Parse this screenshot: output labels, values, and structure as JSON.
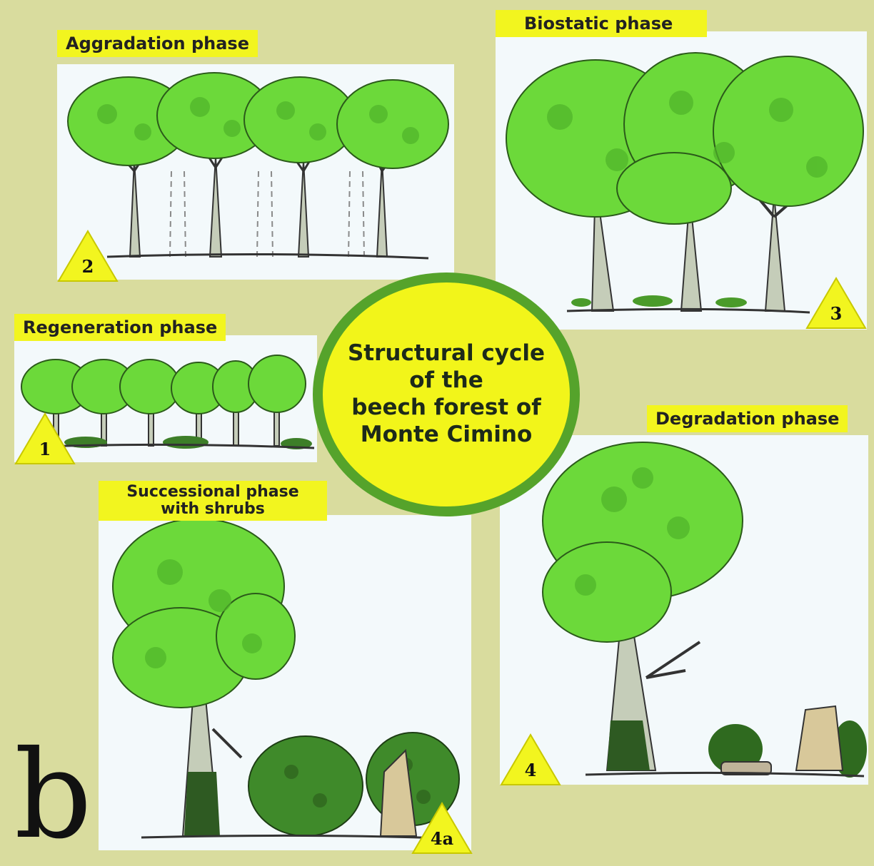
{
  "center": {
    "line1": "Structural cycle",
    "line2": "of the",
    "line3": "beech forest of",
    "line4": "Monte Cimino"
  },
  "panel_letter": "b",
  "phases": {
    "aggradation": {
      "label": "Aggradation phase",
      "number": "2"
    },
    "biostatic": {
      "label": "Biostatic phase",
      "number": "3"
    },
    "regeneration": {
      "label": "Regeneration phase",
      "number": "1"
    },
    "degradation": {
      "label": "Degradation phase",
      "number": "4"
    },
    "successional": {
      "label_line1": "Successional phase",
      "label_line2": "with shrubs",
      "number": "4a"
    }
  },
  "colors": {
    "background": "#d9dc9e",
    "label_fill": "#f2f51f",
    "circle_fill": "#f2f51a",
    "circle_ring": "#55a32b",
    "foliage": "#6cd93a",
    "trunk": "#c5cdb9"
  }
}
